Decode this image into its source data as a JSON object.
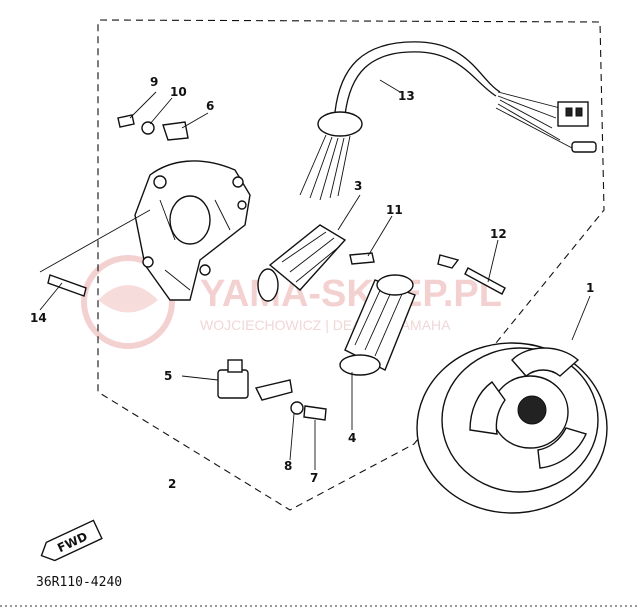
{
  "diagram": {
    "drawing_code": "36R110-4240",
    "fwd_label": "FWD",
    "watermark": {
      "brand": "YAMA-SKLEP.PL",
      "subtitle": "WOJCIECHOWICZ | DEALER YAMAHA"
    },
    "callouts": [
      {
        "id": "1",
        "part": "flywheel-rotor"
      },
      {
        "id": "2",
        "part": "stator-assembly-group"
      },
      {
        "id": "3",
        "part": "lighting-coil"
      },
      {
        "id": "4",
        "part": "source-coil"
      },
      {
        "id": "5",
        "part": "pickup-coil"
      },
      {
        "id": "6",
        "part": "clamp"
      },
      {
        "id": "7",
        "part": "screw"
      },
      {
        "id": "8",
        "part": "washer"
      },
      {
        "id": "9",
        "part": "screw"
      },
      {
        "id": "10",
        "part": "washer"
      },
      {
        "id": "11",
        "part": "screw"
      },
      {
        "id": "12",
        "part": "screw"
      },
      {
        "id": "13",
        "part": "wire-harness"
      },
      {
        "id": "14",
        "part": "screw"
      }
    ]
  }
}
